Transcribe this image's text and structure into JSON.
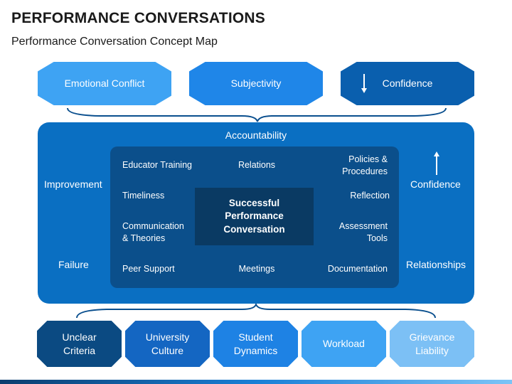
{
  "header": {
    "title": "PERFORMANCE CONVERSATIONS",
    "subtitle": "Performance Conversation Concept Map"
  },
  "top_boxes": [
    {
      "label": "Emotional Conflict",
      "color": "#3ea3f3"
    },
    {
      "label": "Subjectivity",
      "color": "#1f86e8"
    },
    {
      "label": "Confidence",
      "color": "#0a5fae",
      "icon": "arrow-down-icon"
    }
  ],
  "outer": {
    "top": "Accountability",
    "left_top": "Improvement",
    "left_bottom": "Failure",
    "right_top": "Confidence",
    "right_top_icon": "arrow-up-icon",
    "right_bottom": "Relationships",
    "color": "#0a6fc2"
  },
  "inner": {
    "row1": [
      "Educator Training",
      "Relations",
      "Policies &\nProcedures"
    ],
    "row2": [
      "Timeliness",
      "Reflection"
    ],
    "row3": [
      "Communication\n& Theories",
      "Assessment\nTools"
    ],
    "row4": [
      "Peer Support",
      "Meetings",
      "Documentation"
    ],
    "center": "Successful\nPerformance\nConversation",
    "color": "#0b4f8b",
    "center_color": "#0a3a63"
  },
  "bottom_boxes": [
    {
      "label": "Unclear\nCriteria",
      "color": "#0b4a82"
    },
    {
      "label": "University\nCulture",
      "color": "#1466c2"
    },
    {
      "label": "Student\nDynamics",
      "color": "#1e82e4"
    },
    {
      "label": "Workload",
      "color": "#3ea3f3"
    },
    {
      "label": "Grievance\nLiability",
      "color": "#7cc0f5"
    }
  ]
}
